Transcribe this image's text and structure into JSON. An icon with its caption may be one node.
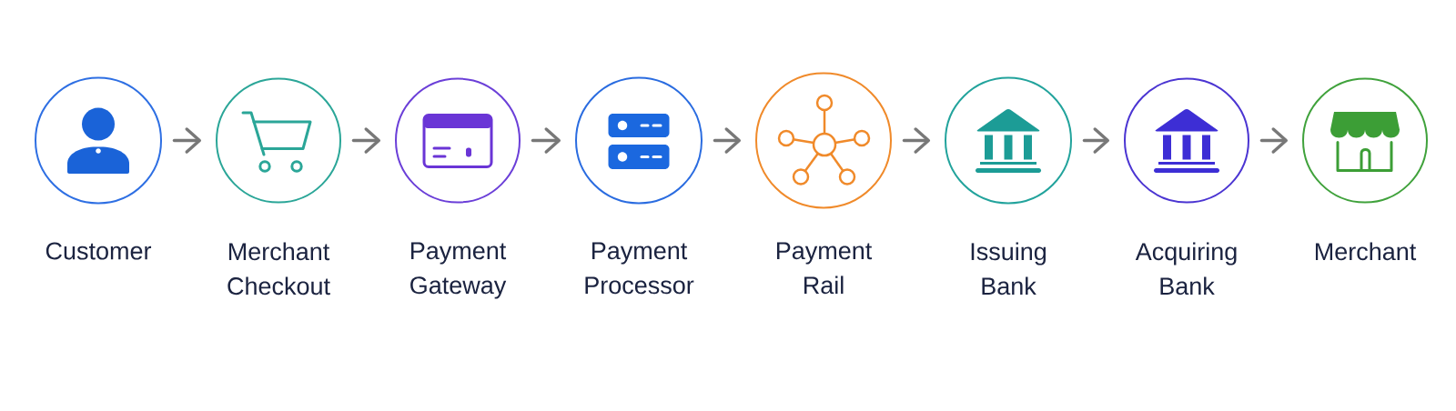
{
  "diagram": {
    "nodes": [
      {
        "text": [
          "Customer"
        ]
      },
      {
        "text": [
          "Merchant Checkout"
        ]
      },
      {
        "text": [
          "Payment Gateway"
        ]
      },
      {
        "text": [
          "Payment Processor"
        ]
      },
      {
        "text": [
          "Payment Rail"
        ]
      },
      {
        "text": [
          "Issuing Bank"
        ]
      },
      {
        "text": [
          "Acquiring Bank"
        ]
      },
      {
        "text": [
          "Merchant"
        ]
      }
    ],
    "edges": [
      {
        "from": 0,
        "to": 1,
        "arrow": "to"
      },
      {
        "from": 1,
        "to": 2,
        "arrow": "to"
      },
      {
        "from": 2,
        "to": 3,
        "arrow": "to"
      },
      {
        "from": 3,
        "to": 4,
        "arrow": "to"
      },
      {
        "from": 4,
        "to": 5,
        "arrow": "to"
      },
      {
        "from": 5,
        "to": 6,
        "arrow": "to"
      },
      {
        "from": 6,
        "to": 7,
        "arrow": "to"
      }
    ]
  }
}
